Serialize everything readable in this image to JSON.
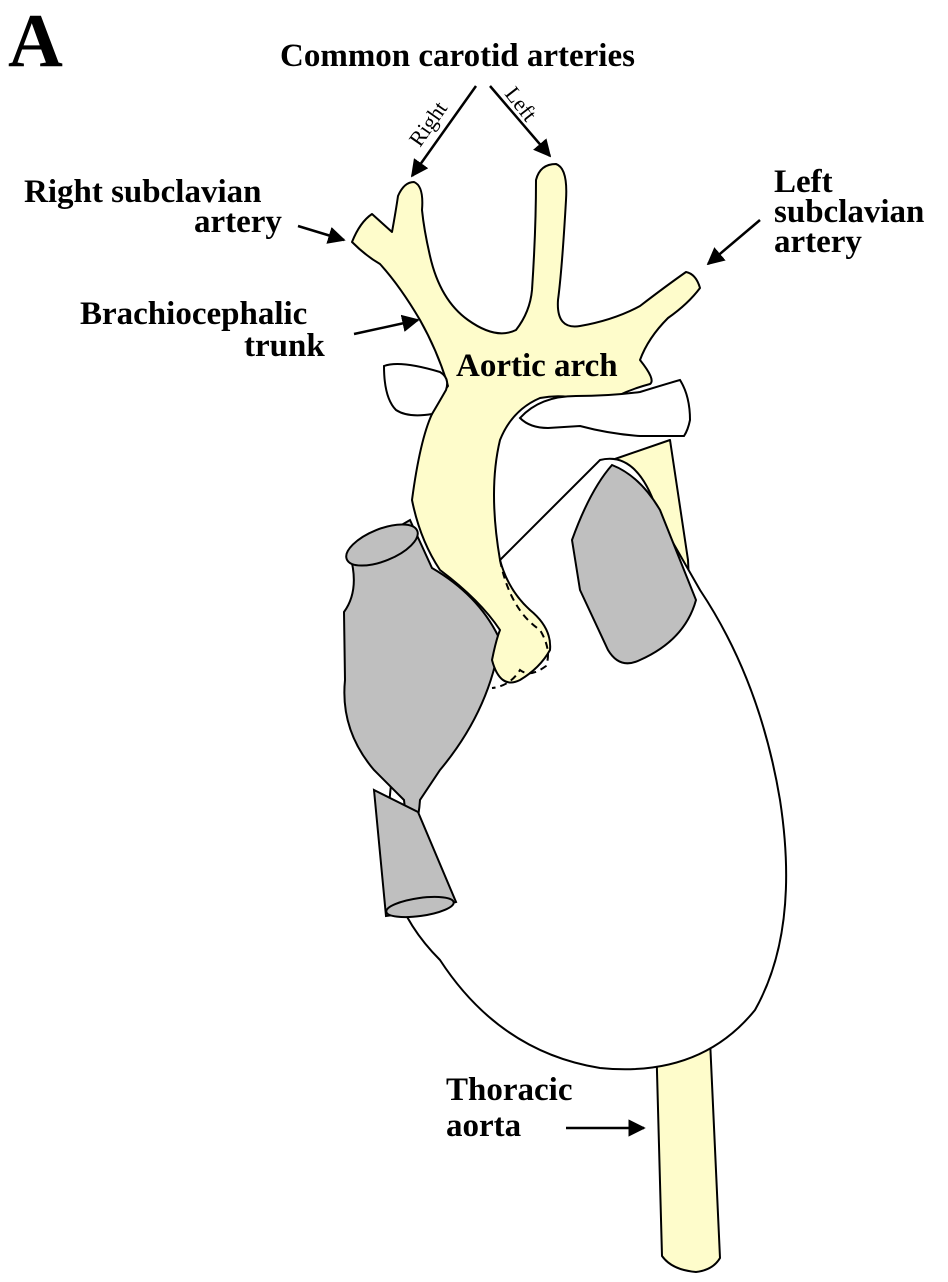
{
  "panel_letter": "A",
  "labels": {
    "common_carotid": "Common carotid arteries",
    "right": "Right",
    "left": "Left",
    "right_subclavian_line1": "Right subclavian",
    "right_subclavian_line2": "artery",
    "left_subclavian_line1": "Left",
    "left_subclavian_line2": "subclavian",
    "left_subclavian_line3": "artery",
    "brachiocephalic_line1": "Brachiocephalic",
    "brachiocephalic_line2": "trunk",
    "aortic_arch": "Aortic arch",
    "thoracic_aorta_line1": "Thoracic",
    "thoracic_aorta_line2": "aorta"
  },
  "colors": {
    "vessel_fill": "#fefccb",
    "atrium_fill": "#bfbfbf",
    "outline": "#000000"
  }
}
